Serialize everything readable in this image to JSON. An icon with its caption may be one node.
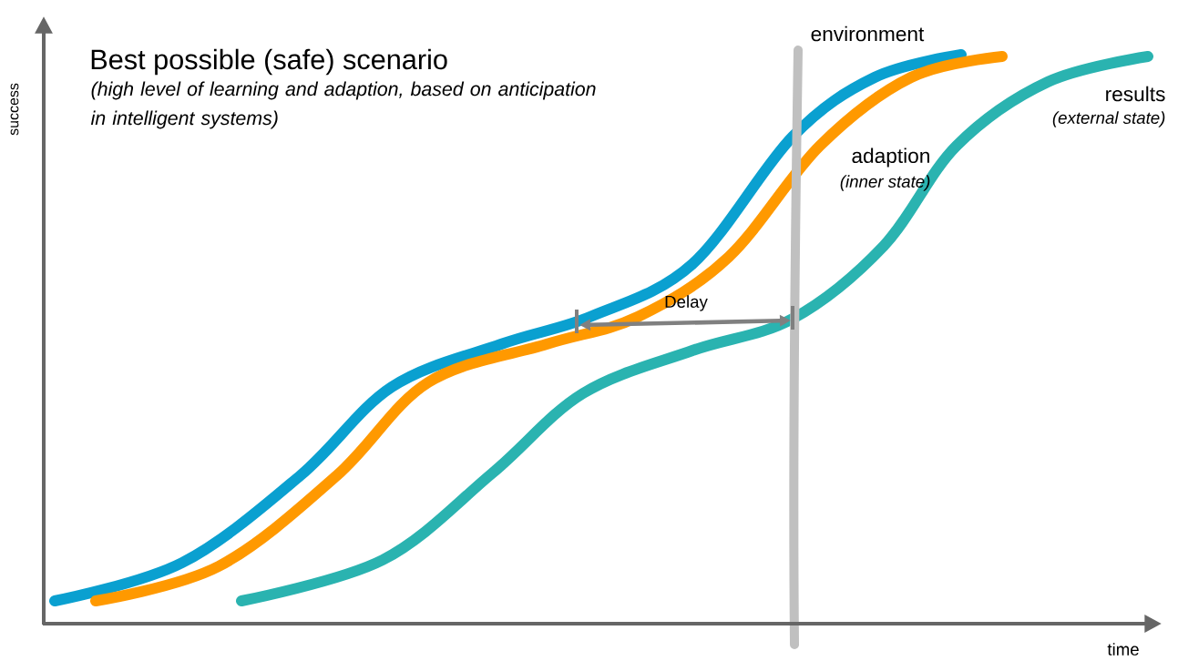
{
  "diagram": {
    "title": "Best possible (safe) scenario",
    "labels": [
      "(high level of learning and adaption, based on anticipation in intelligent systems)",
      "environment",
      "results",
      "(external state)",
      "adaption",
      "(inner state)",
      "Delay",
      "success",
      "time"
    ]
  }
}
